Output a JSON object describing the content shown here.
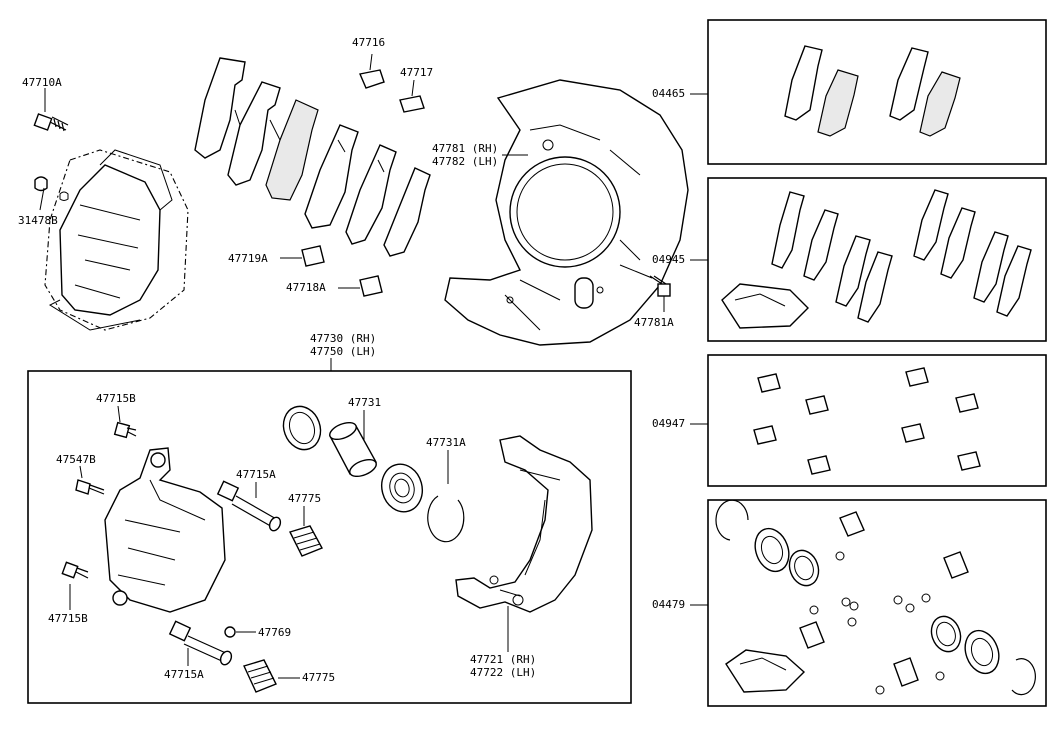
{
  "labels": {
    "p47710A": "47710A",
    "p31478B": "31478B",
    "p47716": "47716",
    "p47717": "47717",
    "p47719A": "47719A",
    "p47718A": "47718A",
    "p47781rh": "47781 (RH)",
    "p47782lh": "47782 (LH)",
    "p47781A": "47781A",
    "p47730rh": "47730 (RH)",
    "p47750lh": "47750 (LH)",
    "p47715B_top": "47715B",
    "p47547B": "47547B",
    "p47715B_bot": "47715B",
    "p47715A_top": "47715A",
    "p47715A_bot": "47715A",
    "p47775_top": "47775",
    "p47775_bot": "47775",
    "p47769": "47769",
    "p47731": "47731",
    "p47731A": "47731A",
    "p47721rh": "47721 (RH)",
    "p47722lh": "47722 (LH)"
  },
  "kits": {
    "k04465": "04465",
    "k04945": "04945",
    "k04947": "04947",
    "k04479": "04479"
  }
}
